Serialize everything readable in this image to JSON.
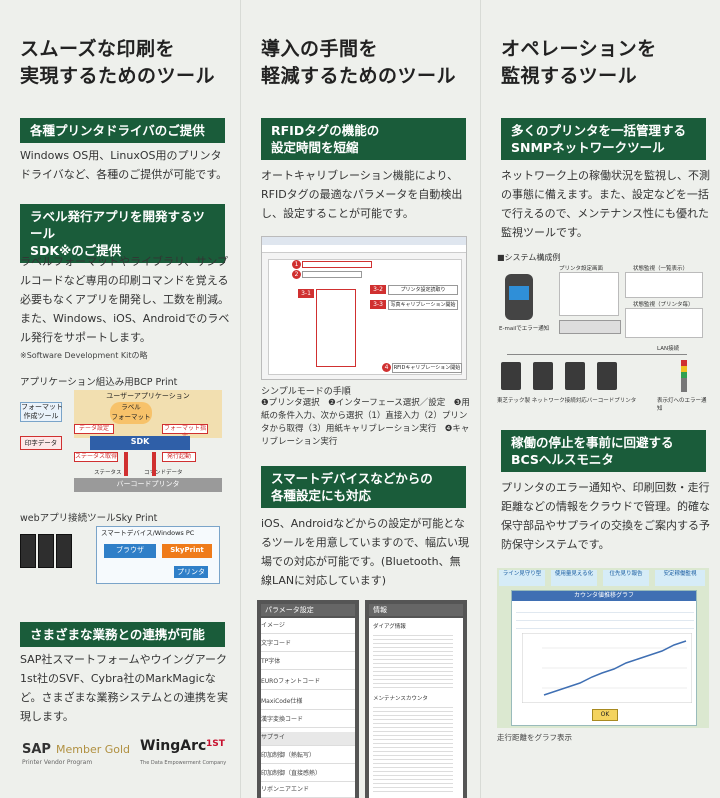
{
  "col1": {
    "title": [
      "スムーズな印刷を",
      "実現するためのツール"
    ],
    "s1": {
      "heading": "各種プリンタドライバのご提供",
      "body": "Windows OS用、LinuxOS用のプリンタドライバなど、各種のご提供が可能です。"
    },
    "s2": {
      "heading": [
        "ラベル発行アプリを開発するツール",
        "SDK※のご提供"
      ],
      "body": "ラベルフォーマットやライブラリ、サンプルコードなど専用の印刷コマンドを覚える必要もなくアプリを開発し、工数を削減。また、Windows、iOS、Androidでのラベル発行をサポートします。",
      "note": "※Software Development Kitの略"
    },
    "diagram1": {
      "caption": "アプリケーション組込み用BCP Print",
      "user_app": "ユーザーアプリケーション",
      "label_format": "ラベル\nフォーマット",
      "format_tool": "フォーマット\n作成ツール",
      "data_setting": "データ設定",
      "format_spec": "フォーマット指定",
      "sdk": "SDK",
      "print_data": "印字データ",
      "status_get": "ステータス取得",
      "issue_start": "発行起動",
      "status": "ステータス",
      "command_data": "コマンドデータ",
      "barcode_printer": "バーコードプリンタ"
    },
    "diagram2": {
      "caption": "webアプリ接続ツールSky Print",
      "device": "スマートデバイス/Windows PC",
      "browser": "ブラウザ",
      "skyprint": "SkyPrint",
      "printer": "プリンタ"
    },
    "s3": {
      "heading": "さまざまな業務との連携が可能",
      "body": "SAP社スマートフォームやウイングアーク1st社のSVF、Cybra社のMarkMagicなど。さまざまな業務システムとの連携を実現します。"
    },
    "logos": {
      "sap": "SAP",
      "member": "Member Gold",
      "sap_sub": "Printer Vendor Program",
      "wingarc": "WingArc",
      "wingarc_mark": "1ST",
      "wingarc_sub": "The Data Empowerment Company"
    }
  },
  "col2": {
    "title": [
      "導入の手間を",
      "軽減するためのツール"
    ],
    "s1": {
      "heading": [
        "RFIDタグの機能の",
        "設定時間を短縮"
      ],
      "body": "オートキャリブレーション機能により、RFIDタグの最適なパラメータを自動検出し、設定することが可能です。"
    },
    "screenshot1": {
      "badges": [
        "1",
        "2",
        "3-1",
        "3-2",
        "3-3",
        "4"
      ],
      "btn32": "プリンタ設定読取り",
      "btn33": "写真キャリブレーション開始",
      "btn4": "RFIDキャリブレーション開始"
    },
    "steps": {
      "heading": "シンプルモードの手順",
      "text": "❶プリンタ選択　❷インターフェース選択／設定　❸用紙の条件入力、次から選択（1）直接入力（2）プリンタから取得（3）用紙キャリブレーション実行　❹キャリブレーション実行"
    },
    "s2": {
      "heading": [
        "スマートデバイスなどからの",
        "各種設定にも対応"
      ],
      "body": "iOS、Androidなどからの設定が可能となるツールを用意していますので、幅広い現場での対応が可能です。(Bluetooth、無線LANに対応しています)"
    },
    "phone1": {
      "header": "パラメータ設定",
      "items": [
        "イメージ",
        "文字コード",
        "TP字体",
        "EUROフォントコード",
        "MaxiCode仕様",
        "漢字変換コード",
        "サプライ",
        "印加制御（熱転写）",
        "印加制御（直接感熱）",
        "リボンニアエンド"
      ]
    },
    "phone2": {
      "header": "情報",
      "items": [
        "ダイアグ情報",
        "メンテナンスカウンタ"
      ]
    }
  },
  "col3": {
    "title": [
      "オペレーションを",
      "監視するツール"
    ],
    "s1": {
      "heading": [
        "多くのプリンタを一括管理する",
        "SNMPネットワークツール"
      ],
      "body": "ネットワーク上の稼働状況を監視し、不測の事態に備えます。また、設定などを一括で行えるので、メンテナンス性にも優れた監視ツールです。"
    },
    "system": {
      "caption": "■システム構成例",
      "screen1": "プリンタ設定画面",
      "screen2": "状態監視（一覧表示）",
      "screen3": "状態監視（プリンタ毎）",
      "email": "E-mailでエラー通知",
      "lan": "LAN接続",
      "printers": "東芝テック製 ネットワーク接続対応バーコードプリンタ",
      "lamp": "表示灯へのエラー通知"
    },
    "s2": {
      "heading": [
        "稼働の停止を事前に回避する",
        "BCSヘルスモニタ"
      ],
      "body": "プリンタのエラー通知や、印刷回数・走行距離などの情報をクラウドで管理。的確な保守部品やサプライの交換をご案内する予防保守システムです。"
    },
    "monitor": {
      "steps": [
        "ライン見守り型",
        "使用量見える化",
        "位先見り報告",
        "安定稼働監視"
      ],
      "chart_title": "カウンタ値推移グラフ",
      "ok": "OK",
      "caption": "走行距離をグラフ表示"
    }
  }
}
